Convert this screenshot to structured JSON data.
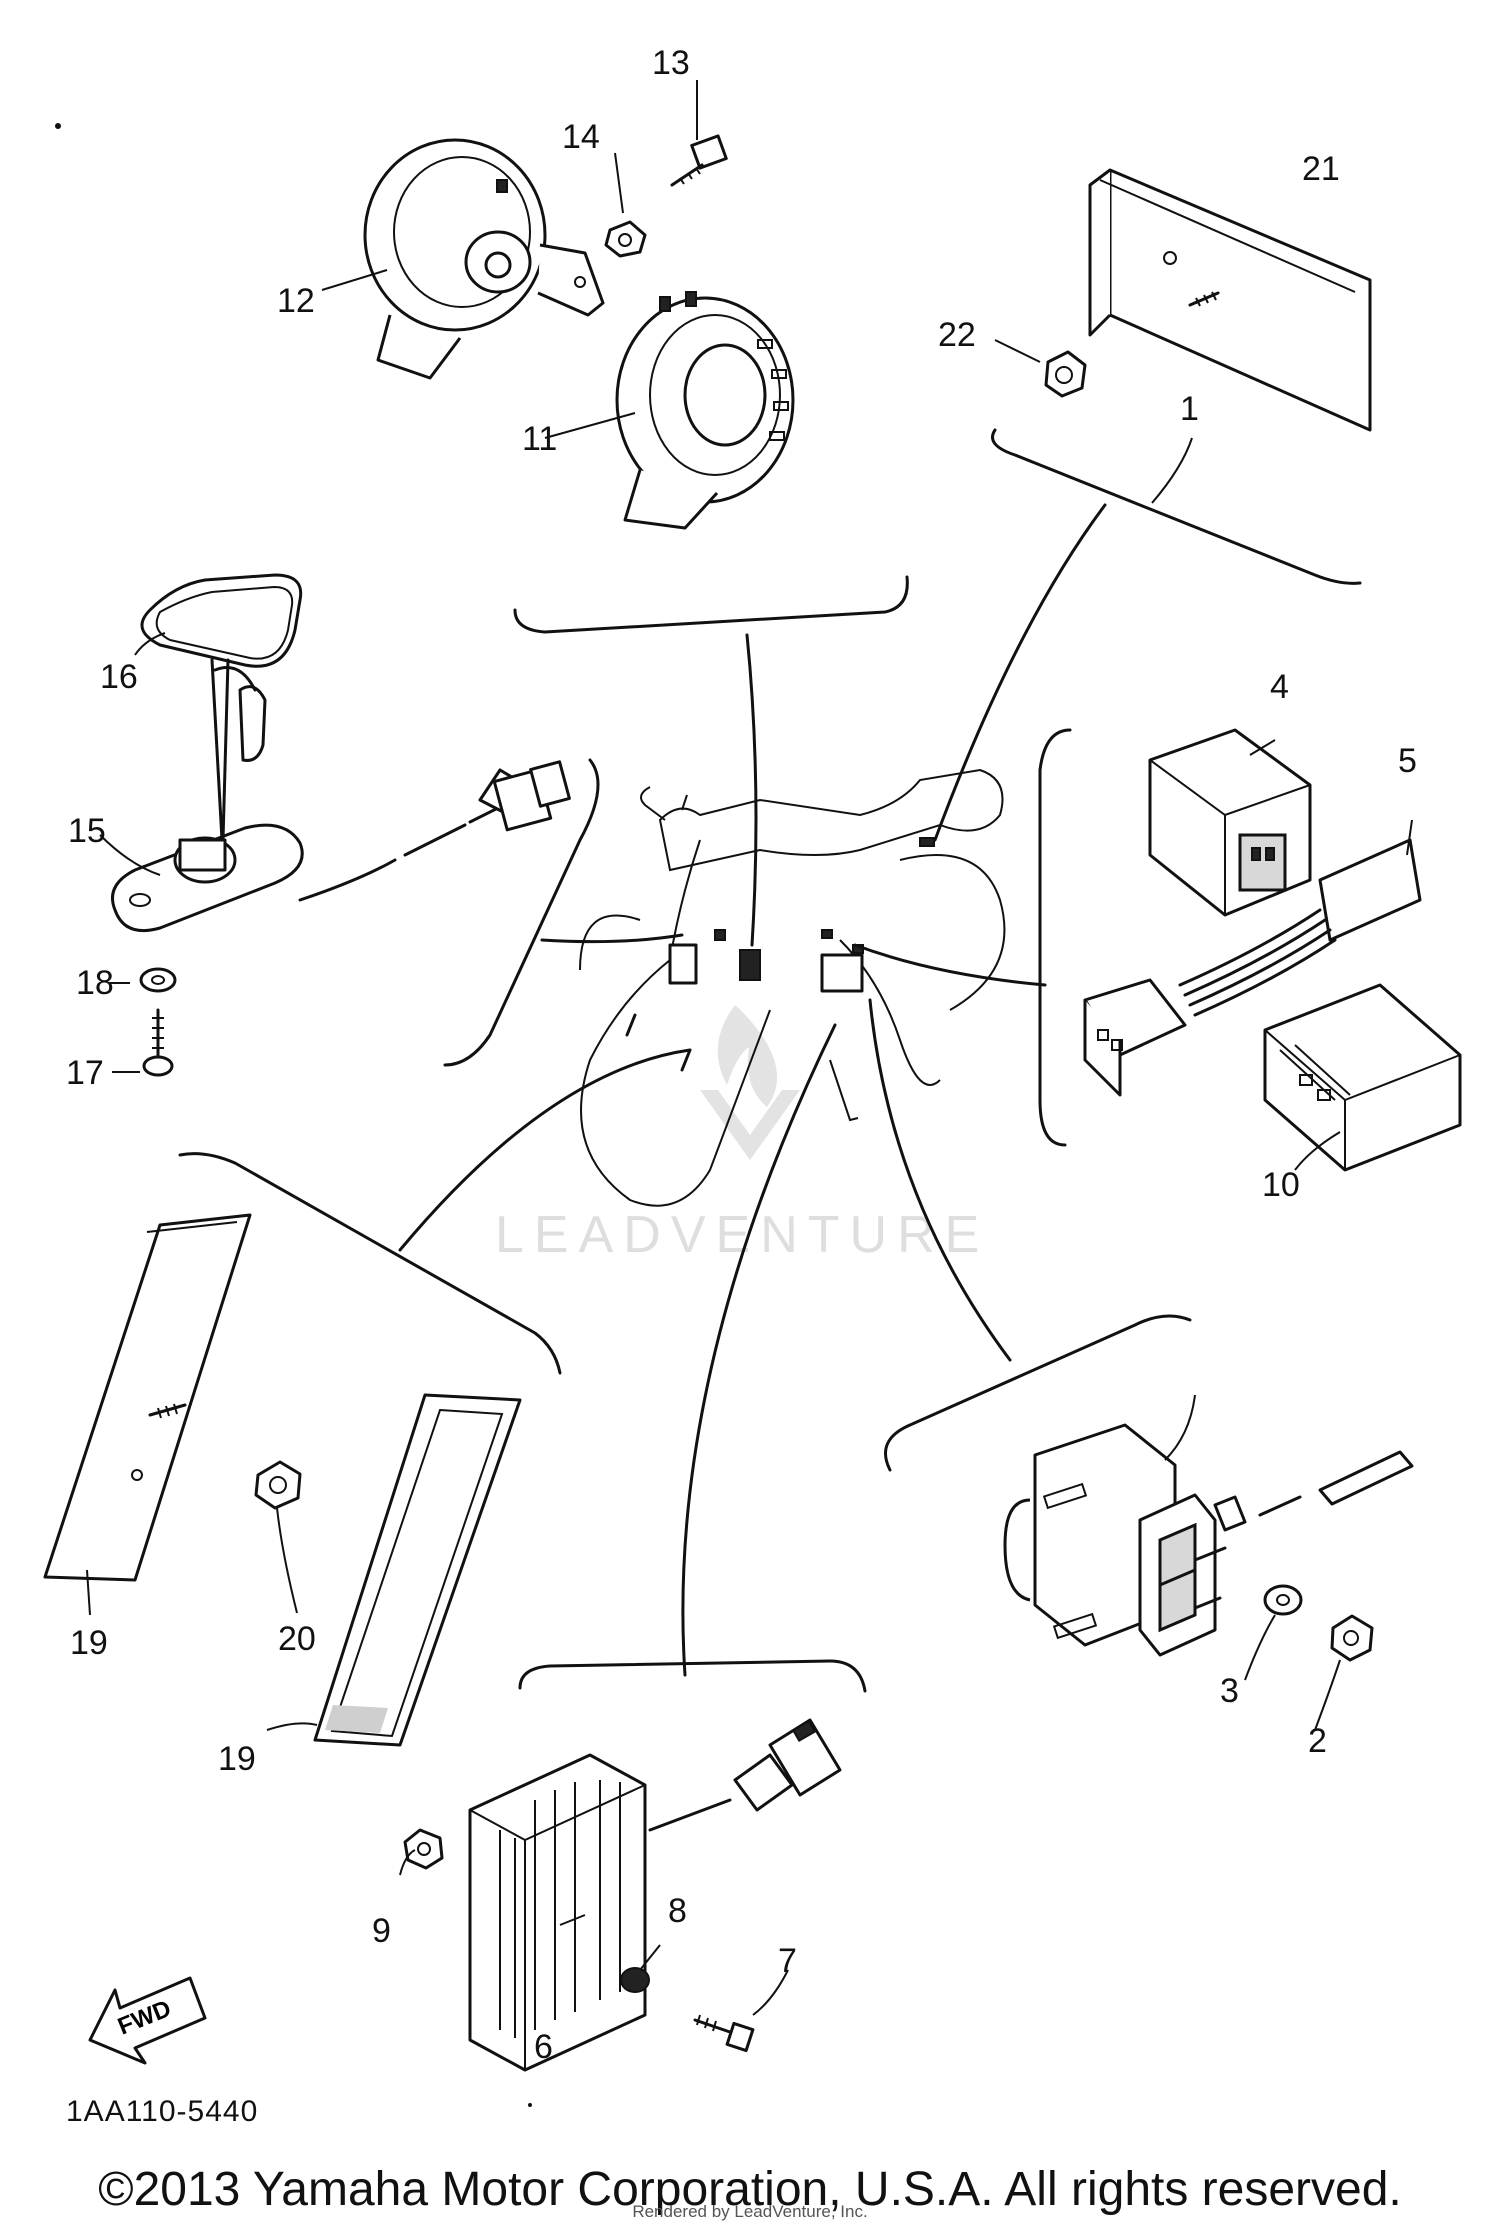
{
  "diagram": {
    "callouts": {
      "c1": "1",
      "c2": "2",
      "c3": "3",
      "c4": "4",
      "c5": "5",
      "c6": "6",
      "c7": "7",
      "c8": "8",
      "c9": "9",
      "c10": "10",
      "c11": "11",
      "c12": "12",
      "c13": "13",
      "c14": "14",
      "c15": "15",
      "c16": "16",
      "c17": "17",
      "c18": "18",
      "c19a": "19",
      "c19b": "19",
      "c20": "20",
      "c21": "21",
      "c22": "22"
    },
    "fwd_label": "FWD",
    "watermark": "LEADVENTURE",
    "diagram_code": "1AA110-5440"
  },
  "footer": {
    "copyright": "©2013 Yamaha Motor Corporation, U.S.A. All rights reserved.",
    "credit": "Rendered by LeadVenture, Inc."
  }
}
